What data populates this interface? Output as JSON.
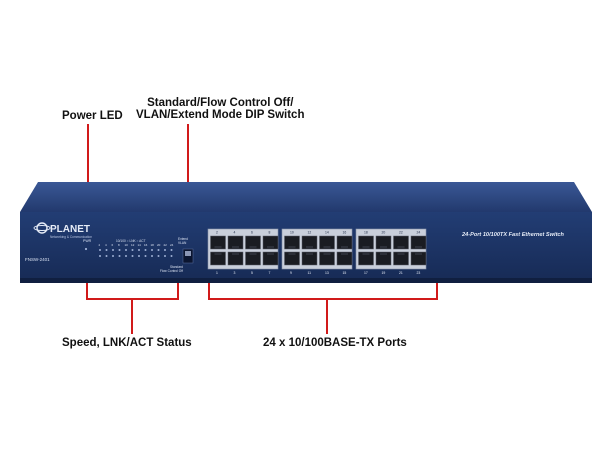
{
  "callouts": {
    "power_led": "Power LED",
    "dip_switch_line1": "Standard/Flow Control Off/",
    "dip_switch_line2": "VLAN/Extend Mode DIP Switch",
    "speed_status": "Speed, LNK/ACT Status",
    "ports": "24 x 10/100BASE-TX Ports"
  },
  "device": {
    "brand": "PLANET",
    "brand_tagline": "Networking & Communication",
    "model": "FNSW-2401",
    "product_name": "24-Port 10/100TX Fast Ethernet Switch",
    "pwr_label": "PWR",
    "led_header": "10/100  ○ LNK  ○ ACT",
    "dip_label_1": "Extend",
    "dip_label_2": "VLAN",
    "dip_label_3": "Standard",
    "dip_label_4": "Flow Control Off",
    "top_port_numbers": [
      "2",
      "4",
      "6",
      "8",
      "10",
      "12",
      "14",
      "16",
      "18",
      "20",
      "22",
      "24"
    ],
    "bottom_port_numbers": [
      "1",
      "3",
      "5",
      "7",
      "9",
      "11",
      "13",
      "15",
      "17",
      "19",
      "21",
      "23"
    ],
    "led_numbers": [
      "2",
      "4",
      "6",
      "8",
      "10",
      "12",
      "14",
      "16",
      "18",
      "20",
      "22",
      "24"
    ],
    "colors": {
      "chassis": "#1e3566",
      "chassis_light": "#2c4a85",
      "callout_line": "#d11a1a"
    }
  }
}
